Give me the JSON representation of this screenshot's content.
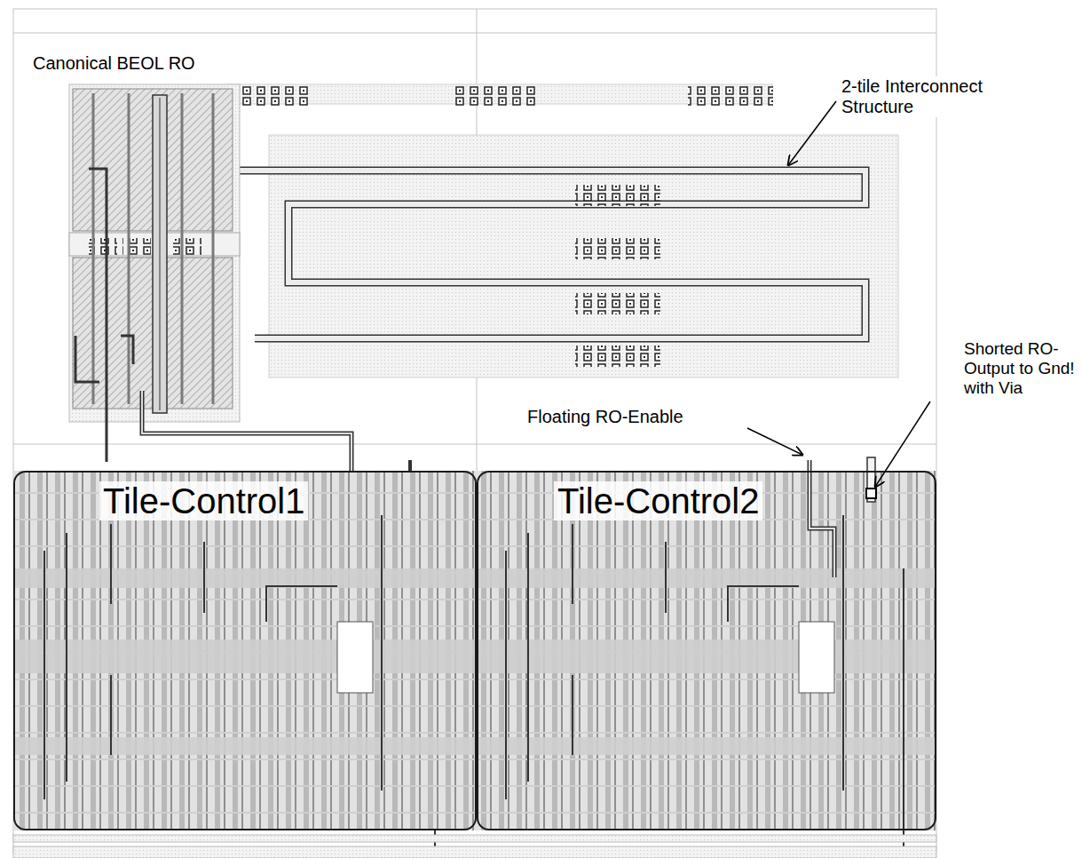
{
  "diagram": {
    "nodes": [
      {
        "text": [
          "Tile-Control1"
        ]
      },
      {
        "text": [
          "Tile-Control2"
        ]
      }
    ],
    "labels": [
      "Canonical BEOL RO",
      "2-tile Interconnect Structure",
      "Floating RO-Enable",
      "Shorted RO-Output to Gnd! with Via"
    ]
  }
}
